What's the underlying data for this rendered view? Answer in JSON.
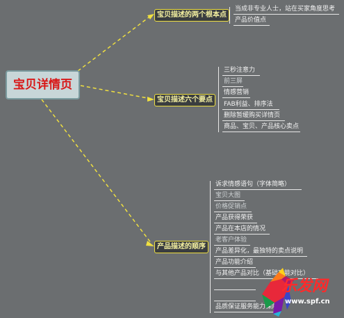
{
  "root": {
    "label": "宝贝详情页"
  },
  "branches": [
    {
      "label": "宝贝描述的两个根本点",
      "items": [
        "当成非专业人士，站在买家角度思考",
        "产品价值点"
      ]
    },
    {
      "label": "宝贝描述六个要点",
      "items": [
        "三秒注意力",
        "前三屏",
        "情感营销",
        "FAB利益、排序法",
        "删除暂缓购买详情页",
        "商品、宝贝、产品核心卖点"
      ]
    },
    {
      "label": "产品描述的顺序",
      "items": [
        "诉求情感语句（字体简略）",
        "宝贝大图",
        "价格促销点",
        "产品获得荣获",
        "产品在本店的情况",
        "老客户体验",
        "产品差异化，最独特的卖点说明",
        "产品功能介绍",
        "与其他产品对比（基础功能对比）",
        "",
        "",
        "品质保证服务能力保障"
      ]
    }
  ],
  "watermark": {
    "brand": "乐发网",
    "url": "www.spf.cn"
  },
  "colors": {
    "background": "#6b6e70",
    "branch_border": "#f0e040",
    "root_text": "#d81818",
    "link": "#f0e040"
  }
}
